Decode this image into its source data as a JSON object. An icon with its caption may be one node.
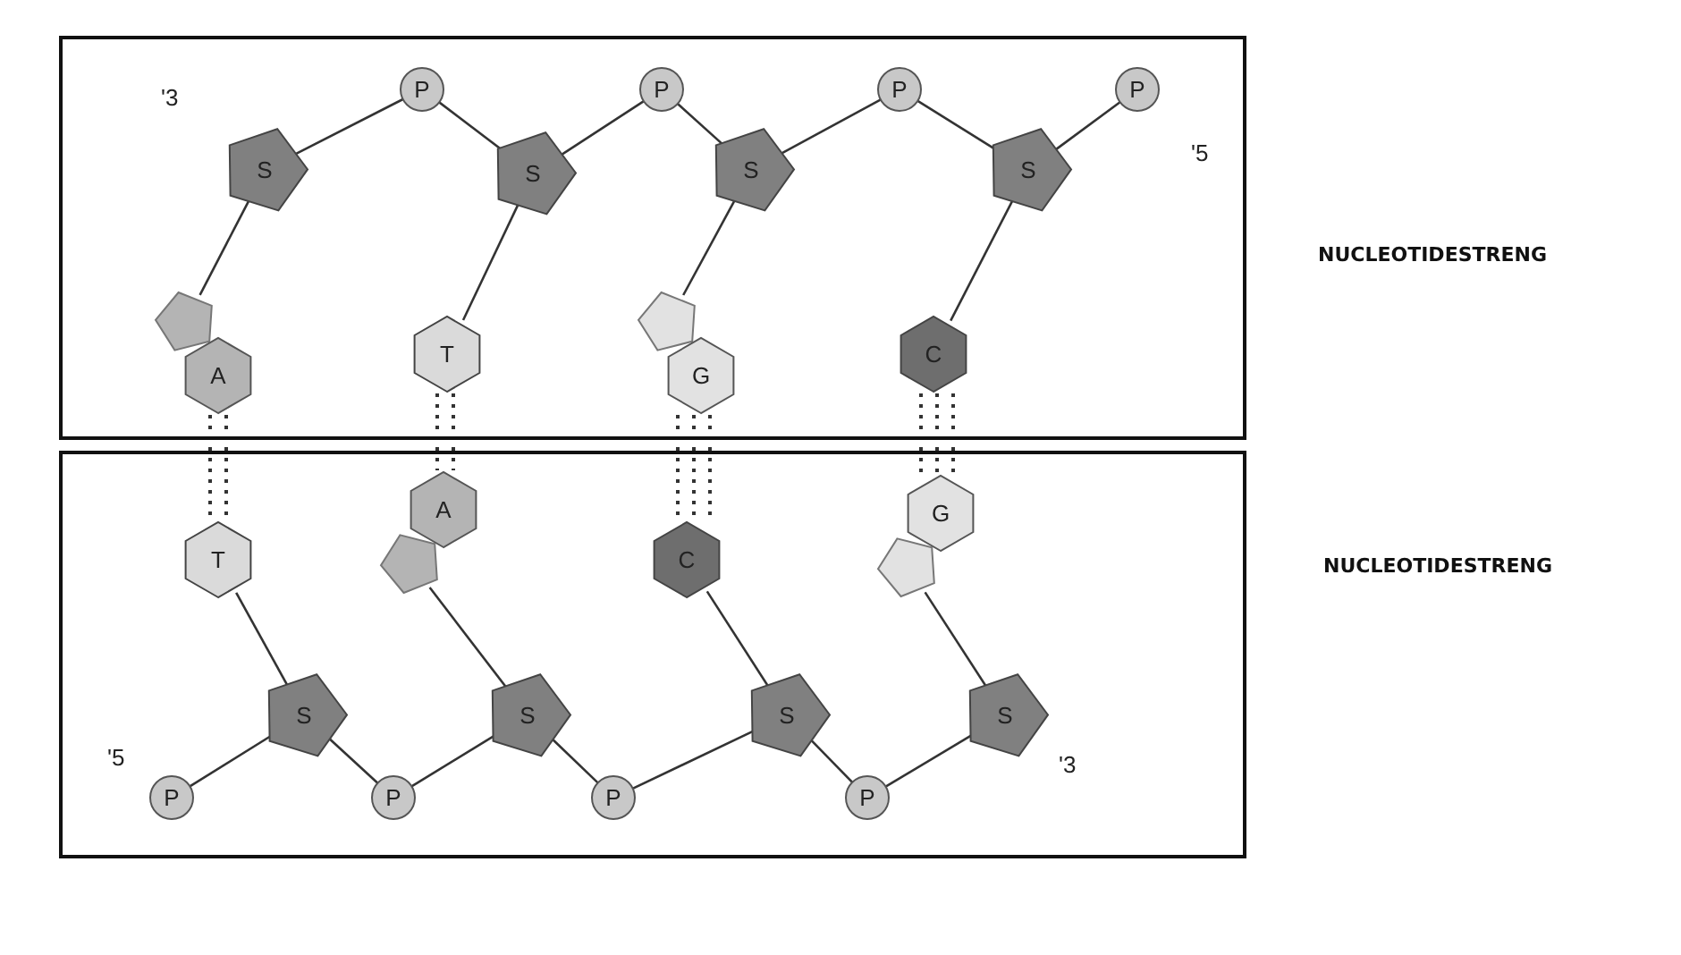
{
  "diagram": {
    "nodes": [
      {
        "text": [
          "NUCLEOTIDESTRENG"
        ]
      },
      {
        "text": [
          "P"
        ],
        "in": 0
      },
      {
        "text": [
          "P"
        ],
        "in": 0
      },
      {
        "text": [
          "P"
        ],
        "in": 0
      },
      {
        "text": [
          "P"
        ],
        "in": 0,
        "beside": [
          "'5"
        ]
      },
      {
        "text": [
          "S"
        ],
        "in": 0,
        "beside": [
          "'3"
        ]
      },
      {
        "text": [
          "S"
        ],
        "in": 0
      },
      {
        "text": [
          "S"
        ],
        "in": 0
      },
      {
        "text": [
          "S"
        ],
        "in": 0
      },
      {
        "text": [
          "A"
        ],
        "in": 0
      },
      {
        "text": [
          "T"
        ],
        "in": 0
      },
      {
        "text": [
          "G"
        ],
        "in": 0
      },
      {
        "text": [
          "C"
        ],
        "in": 0
      },
      {
        "text": [
          "NUCLEOTIDESTRENG"
        ]
      },
      {
        "text": [
          "T"
        ],
        "in": 13
      },
      {
        "text": [
          "A"
        ],
        "in": 13
      },
      {
        "text": [
          "C"
        ],
        "in": 13
      },
      {
        "text": [
          "G"
        ],
        "in": 13
      },
      {
        "text": [
          "S"
        ],
        "in": 13
      },
      {
        "text": [
          "S"
        ],
        "in": 13
      },
      {
        "text": [
          "S"
        ],
        "in": 13
      },
      {
        "text": [
          "S"
        ],
        "in": 13,
        "beside": [
          "'3"
        ]
      },
      {
        "text": [
          "P"
        ],
        "in": 13,
        "beside": [
          "'5"
        ]
      },
      {
        "text": [
          "P"
        ],
        "in": 13
      },
      {
        "text": [
          "P"
        ],
        "in": 13
      },
      {
        "text": [
          "P"
        ],
        "in": 13
      }
    ],
    "edges": [
      {
        "from": 5,
        "to": 1,
        "arrow": "none"
      },
      {
        "from": 1,
        "to": 6,
        "arrow": "none"
      },
      {
        "from": 6,
        "to": 2,
        "arrow": "none"
      },
      {
        "from": 2,
        "to": 7,
        "arrow": "none"
      },
      {
        "from": 7,
        "to": 3,
        "arrow": "none"
      },
      {
        "from": 3,
        "to": 8,
        "arrow": "none"
      },
      {
        "from": 8,
        "to": 4,
        "arrow": "none"
      },
      {
        "from": 5,
        "to": 9,
        "arrow": "none"
      },
      {
        "from": 6,
        "to": 10,
        "arrow": "none"
      },
      {
        "from": 7,
        "to": 11,
        "arrow": "none"
      },
      {
        "from": 8,
        "to": 12,
        "arrow": "none"
      },
      {
        "from": 9,
        "to": 14,
        "arrow": "none",
        "style": "dashed"
      },
      {
        "from": 10,
        "to": 15,
        "arrow": "none",
        "style": "dashed"
      },
      {
        "from": 11,
        "to": 16,
        "arrow": "none",
        "style": "dashed"
      },
      {
        "from": 12,
        "to": 17,
        "arrow": "none",
        "style": "dashed"
      },
      {
        "from": 22,
        "to": 18,
        "arrow": "none"
      },
      {
        "from": 18,
        "to": 23,
        "arrow": "none"
      },
      {
        "from": 23,
        "to": 19,
        "arrow": "none"
      },
      {
        "from": 19,
        "to": 24,
        "arrow": "none"
      },
      {
        "from": 24,
        "to": 20,
        "arrow": "none"
      },
      {
        "from": 20,
        "to": 25,
        "arrow": "none"
      },
      {
        "from": 25,
        "to": 21,
        "arrow": "none"
      },
      {
        "from": 18,
        "to": 14,
        "arrow": "none"
      },
      {
        "from": 19,
        "to": 15,
        "arrow": "none"
      },
      {
        "from": 20,
        "to": 16,
        "arrow": "none"
      },
      {
        "from": 21,
        "to": 17,
        "arrow": "none"
      }
    ]
  }
}
